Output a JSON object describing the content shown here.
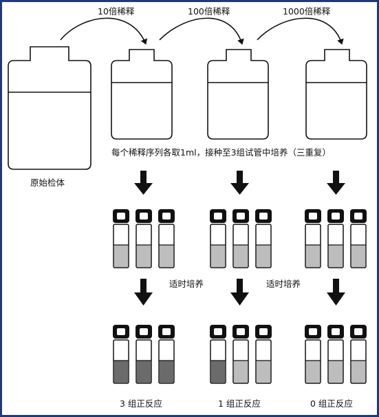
{
  "labels": {
    "dilution_1": "10倍稀释",
    "dilution_2": "100倍稀释",
    "dilution_3": "1000倍稀释",
    "original_sample": "原始检体",
    "instruction": "每个稀释序列各取1ml，接种至3组试管中培养（三重复）",
    "incubate_1": "适时培养",
    "incubate_2": "适时培养",
    "result_1": "3 组正反应",
    "result_2": "1 组正反应",
    "result_3": "0 组正反应"
  },
  "groups": [
    {
      "positive_count": 3
    },
    {
      "positive_count": 1
    },
    {
      "positive_count": 0
    }
  ],
  "colors": {
    "frame": "#1f3a78",
    "cap": "#111111",
    "liquid_negative": "#bdbdbd",
    "liquid_positive": "#6b6b6b",
    "outline": "#111111"
  }
}
